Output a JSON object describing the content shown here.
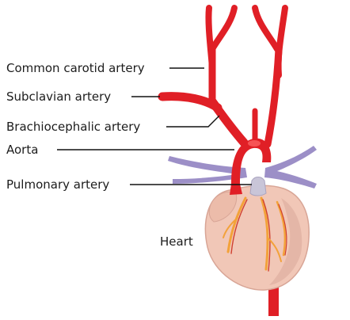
{
  "labels": {
    "common_carotid": "Common carotid artery",
    "subclavian": "Subclavian artery",
    "brachiocephalic": "Brachiocephalic artery",
    "aorta": "Aorta",
    "pulmonary": "Pulmonary artery",
    "heart": "Heart"
  },
  "colors": {
    "artery": "#e01f26",
    "artery_dark": "#b0141a",
    "pulmonary_vessel": "#9c8fc7",
    "heart_fill": "#f1c7b7",
    "heart_shadow": "#d8a596",
    "coronary_orange": "#f3a23a",
    "leader_line": "#111111"
  }
}
